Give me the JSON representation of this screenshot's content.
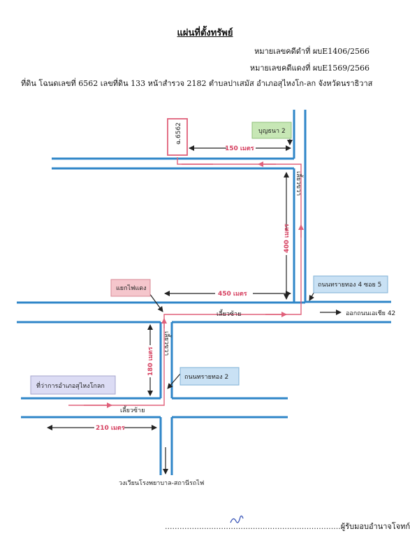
{
  "header": {
    "title": "แผ่นที่ตั้งทรัพย์",
    "black_case": "หมายเลขคดีดำที่   ผบE1406/2566",
    "red_case": "หมายเลขคดีแดงที่  ผบE1569/2566",
    "land_description": "ที่ดิน โฉนดเลขที่ 6562 เลขที่ดิน 133 หน้าสำรวจ 2182 ตำบลปาเสมัส  อำเภอสุไหงโก-ลก  จังหวัดนราธิวาส"
  },
  "map": {
    "plot_label": "ฉ.6562",
    "landmarks": {
      "boonyathana": "บุญธนา 2",
      "traffic_light": "แยกไฟแดง",
      "soi5": "ถนนทรายทอง 4 ซอย 5",
      "sai_thong2": "ถนนทรายทอง 2",
      "district_office": "ที่ว่าการอำเภอสุไหงโกลก"
    },
    "distances": {
      "d150": "150 เมตร",
      "d400": "400 เมตร",
      "d450": "450 เมตร",
      "d180": "180 เมตร",
      "d210": "210 เมตร"
    },
    "labels": {
      "turn_right_top": "เลี้ยวขวา",
      "turn_left_mid": "เลี้ยวซ้าย",
      "exit_asia42": "ออกถนนเอเชีย 42",
      "turn_right_mid": "เลี้ยวขวา",
      "turn_left_bottom": "เลี้ยวซ้าย",
      "roundabout": "วงเวียนโรงพยาบาล-สถานีรถไฟ"
    },
    "colors": {
      "road": "#2f86c8",
      "route": "#e0607a",
      "arrow": "#222222",
      "box_green": "#c7e7b5",
      "box_pink": "#f5c6cc",
      "box_blue": "#c9e1f4",
      "box_lavender": "#dcdcf4"
    }
  },
  "footer": {
    "authorized": "ผู้รับมอบอำนาจโจทก์"
  }
}
